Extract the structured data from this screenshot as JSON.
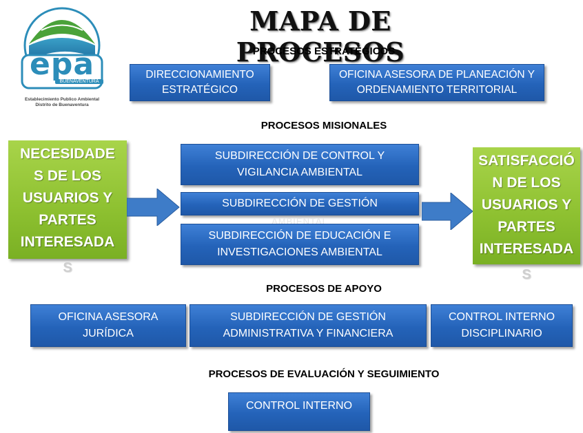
{
  "title": "MAPA DE PROCESOS",
  "logo": {
    "text": "epa",
    "sub": "BUENAVENTURA",
    "caption_line1": "Establecimiento Publico Ambiental",
    "caption_line2": "Distrito de Buenaventura"
  },
  "sections": {
    "estrategicos": "PROCESOS ESTRATÉGICOS",
    "misionales": "PROCESOS MISIONALES",
    "apoyo": "PROCESOS  DE APOYO",
    "evaluacion": "PROCESOS  DE EVALUACIÓN Y SEGUIMIENTO"
  },
  "estrategicos": {
    "direccionamiento": [
      "DIRECCIONAMIENTO",
      "ESTRATÉGICO"
    ],
    "oficina_planeacion": [
      "OFICINA ASESORA DE PLANEACIÓN Y",
      "ORDENAMIENTO TERRITORIAL"
    ]
  },
  "misionales": {
    "control_vigilancia": [
      "SUBDIRECCIÓN DE CONTROL  Y",
      "VIGILANCIA AMBIENTAL"
    ],
    "gestion": "SUBDIRECCIÓN DE GESTIÓN",
    "gestion_overflow": "AMBIENTAL",
    "educacion": [
      "SUBDIRECCIÓN DE EDUCACIÓN E",
      "INVESTIGACIONES AMBIENTAL"
    ]
  },
  "necesidades": {
    "lines": [
      "NECESIDADE",
      "S DE LOS",
      "USUARIOS Y",
      "PARTES",
      "INTERESADA"
    ],
    "overflow": "S"
  },
  "satisfaccion": {
    "lines": [
      "SATISFACCIÓ",
      "N DE LOS",
      "USUARIOS Y",
      "PARTES",
      "INTERESADA"
    ],
    "overflow": "S"
  },
  "apoyo": {
    "juridica": [
      "OFICINA ASESORA",
      "JURÍDICA"
    ],
    "administrativa": [
      "SUBDIRECCIÓN DE GESTIÓN",
      "ADMINISTRATIVA Y FINANCIERA"
    ],
    "disciplinario": [
      "CONTROL INTERNO",
      "DISCIPLINARIO"
    ]
  },
  "evaluacion": {
    "control_interno": "CONTROL INTERNO"
  },
  "colors": {
    "box_blue": "#2a6bc4",
    "box_green": "#8dc030",
    "arrow_blue": "#3e7cc8"
  }
}
